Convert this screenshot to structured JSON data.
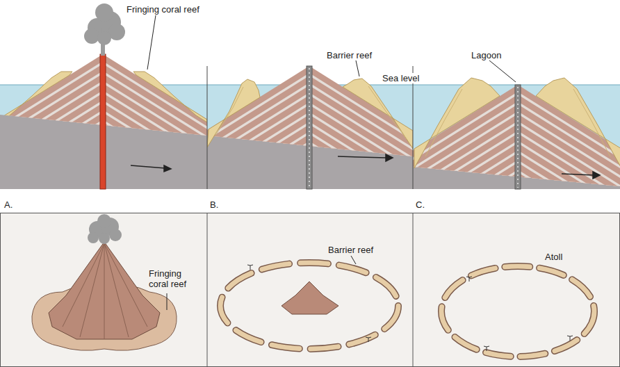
{
  "diagram": {
    "labels": [
      "Fringing coral reef",
      "Barrier reef",
      "Sea level",
      "Lagoon",
      "A.",
      "B.",
      "C.",
      "Fringing coral reef",
      "Barrier reef",
      "Atoll"
    ]
  }
}
